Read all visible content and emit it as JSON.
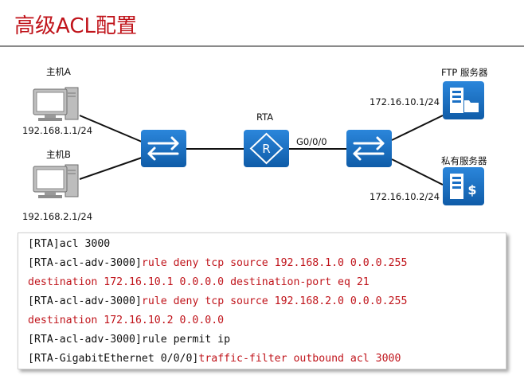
{
  "title": "高级ACL配置",
  "hosts": {
    "a": {
      "name": "主机A",
      "ip": "192.168.1.1/24"
    },
    "b": {
      "name": "主机B",
      "ip": "192.168.2.1/24"
    }
  },
  "router": {
    "name": "RTA",
    "interface": "G0/0/0"
  },
  "servers": {
    "ftp": {
      "name": "FTP 服务器",
      "ip": "172.16.10.1/24"
    },
    "private": {
      "name": "私有服务器",
      "ip": "172.16.10.2/24"
    }
  },
  "colors": {
    "accent": "#c0141b",
    "device_blue": "#1a6fc4"
  },
  "code_lines": [
    {
      "prompt": "[RTA]acl 3000",
      "cmd": ""
    },
    {
      "prompt": "[RTA-acl-adv-3000]",
      "cmd": "rule deny tcp source 192.168.1.0 0.0.0.255"
    },
    {
      "prompt": "",
      "cmd": "destination 172.16.10.1 0.0.0.0 destination-port eq 21"
    },
    {
      "prompt": "[RTA-acl-adv-3000]",
      "cmd": "rule deny tcp source 192.168.2.0 0.0.0.255"
    },
    {
      "prompt": "",
      "cmd": "destination 172.16.10.2 0.0.0.0"
    },
    {
      "prompt": "[RTA-acl-adv-3000]rule permit ip",
      "cmd": ""
    },
    {
      "prompt": "[RTA-GigabitEthernet 0/0/0]",
      "cmd": "traffic-filter outbound acl 3000"
    }
  ]
}
